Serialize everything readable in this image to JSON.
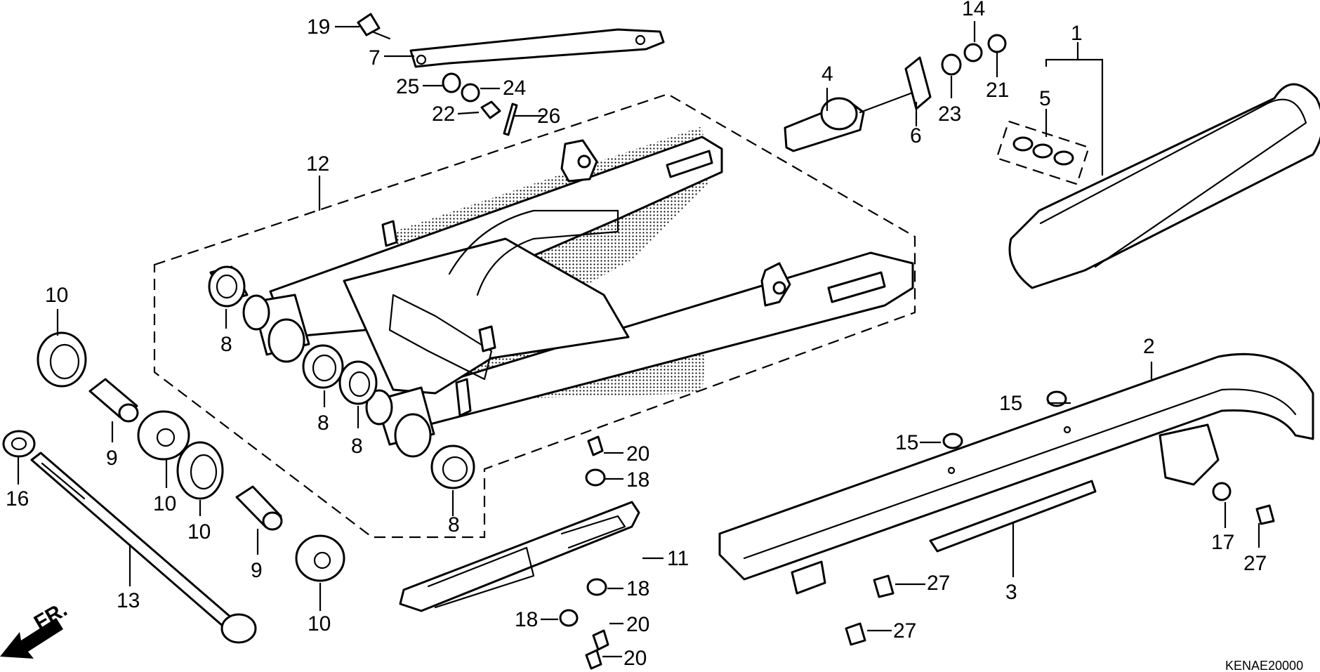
{
  "diagram": {
    "front_marker": "FR.",
    "drawing_code": "KENAE20000",
    "callouts": [
      {
        "id": "c1",
        "text": "1"
      },
      {
        "id": "c2",
        "text": "2"
      },
      {
        "id": "c3",
        "text": "3"
      },
      {
        "id": "c4",
        "text": "4"
      },
      {
        "id": "c5",
        "text": "5"
      },
      {
        "id": "c6",
        "text": "6"
      },
      {
        "id": "c7",
        "text": "7"
      },
      {
        "id": "c8a",
        "text": "8"
      },
      {
        "id": "c8b",
        "text": "8"
      },
      {
        "id": "c8c",
        "text": "8"
      },
      {
        "id": "c8d",
        "text": "8"
      },
      {
        "id": "c9a",
        "text": "9"
      },
      {
        "id": "c9b",
        "text": "9"
      },
      {
        "id": "c10a",
        "text": "10"
      },
      {
        "id": "c10b",
        "text": "10"
      },
      {
        "id": "c10c",
        "text": "10"
      },
      {
        "id": "c10d",
        "text": "10"
      },
      {
        "id": "c11",
        "text": "11"
      },
      {
        "id": "c12",
        "text": "12"
      },
      {
        "id": "c13",
        "text": "13"
      },
      {
        "id": "c14",
        "text": "14"
      },
      {
        "id": "c15a",
        "text": "15"
      },
      {
        "id": "c15b",
        "text": "15"
      },
      {
        "id": "c16",
        "text": "16"
      },
      {
        "id": "c17",
        "text": "17"
      },
      {
        "id": "c18a",
        "text": "18"
      },
      {
        "id": "c18b",
        "text": "18"
      },
      {
        "id": "c18c",
        "text": "18"
      },
      {
        "id": "c19",
        "text": "19"
      },
      {
        "id": "c20a",
        "text": "20"
      },
      {
        "id": "c20b",
        "text": "20"
      },
      {
        "id": "c20c",
        "text": "20"
      },
      {
        "id": "c21",
        "text": "21"
      },
      {
        "id": "c22",
        "text": "22"
      },
      {
        "id": "c23",
        "text": "23"
      },
      {
        "id": "c24",
        "text": "24"
      },
      {
        "id": "c25",
        "text": "25"
      },
      {
        "id": "c26",
        "text": "26"
      },
      {
        "id": "c27a",
        "text": "27"
      },
      {
        "id": "c27b",
        "text": "27"
      },
      {
        "id": "c27c",
        "text": "27"
      }
    ]
  }
}
